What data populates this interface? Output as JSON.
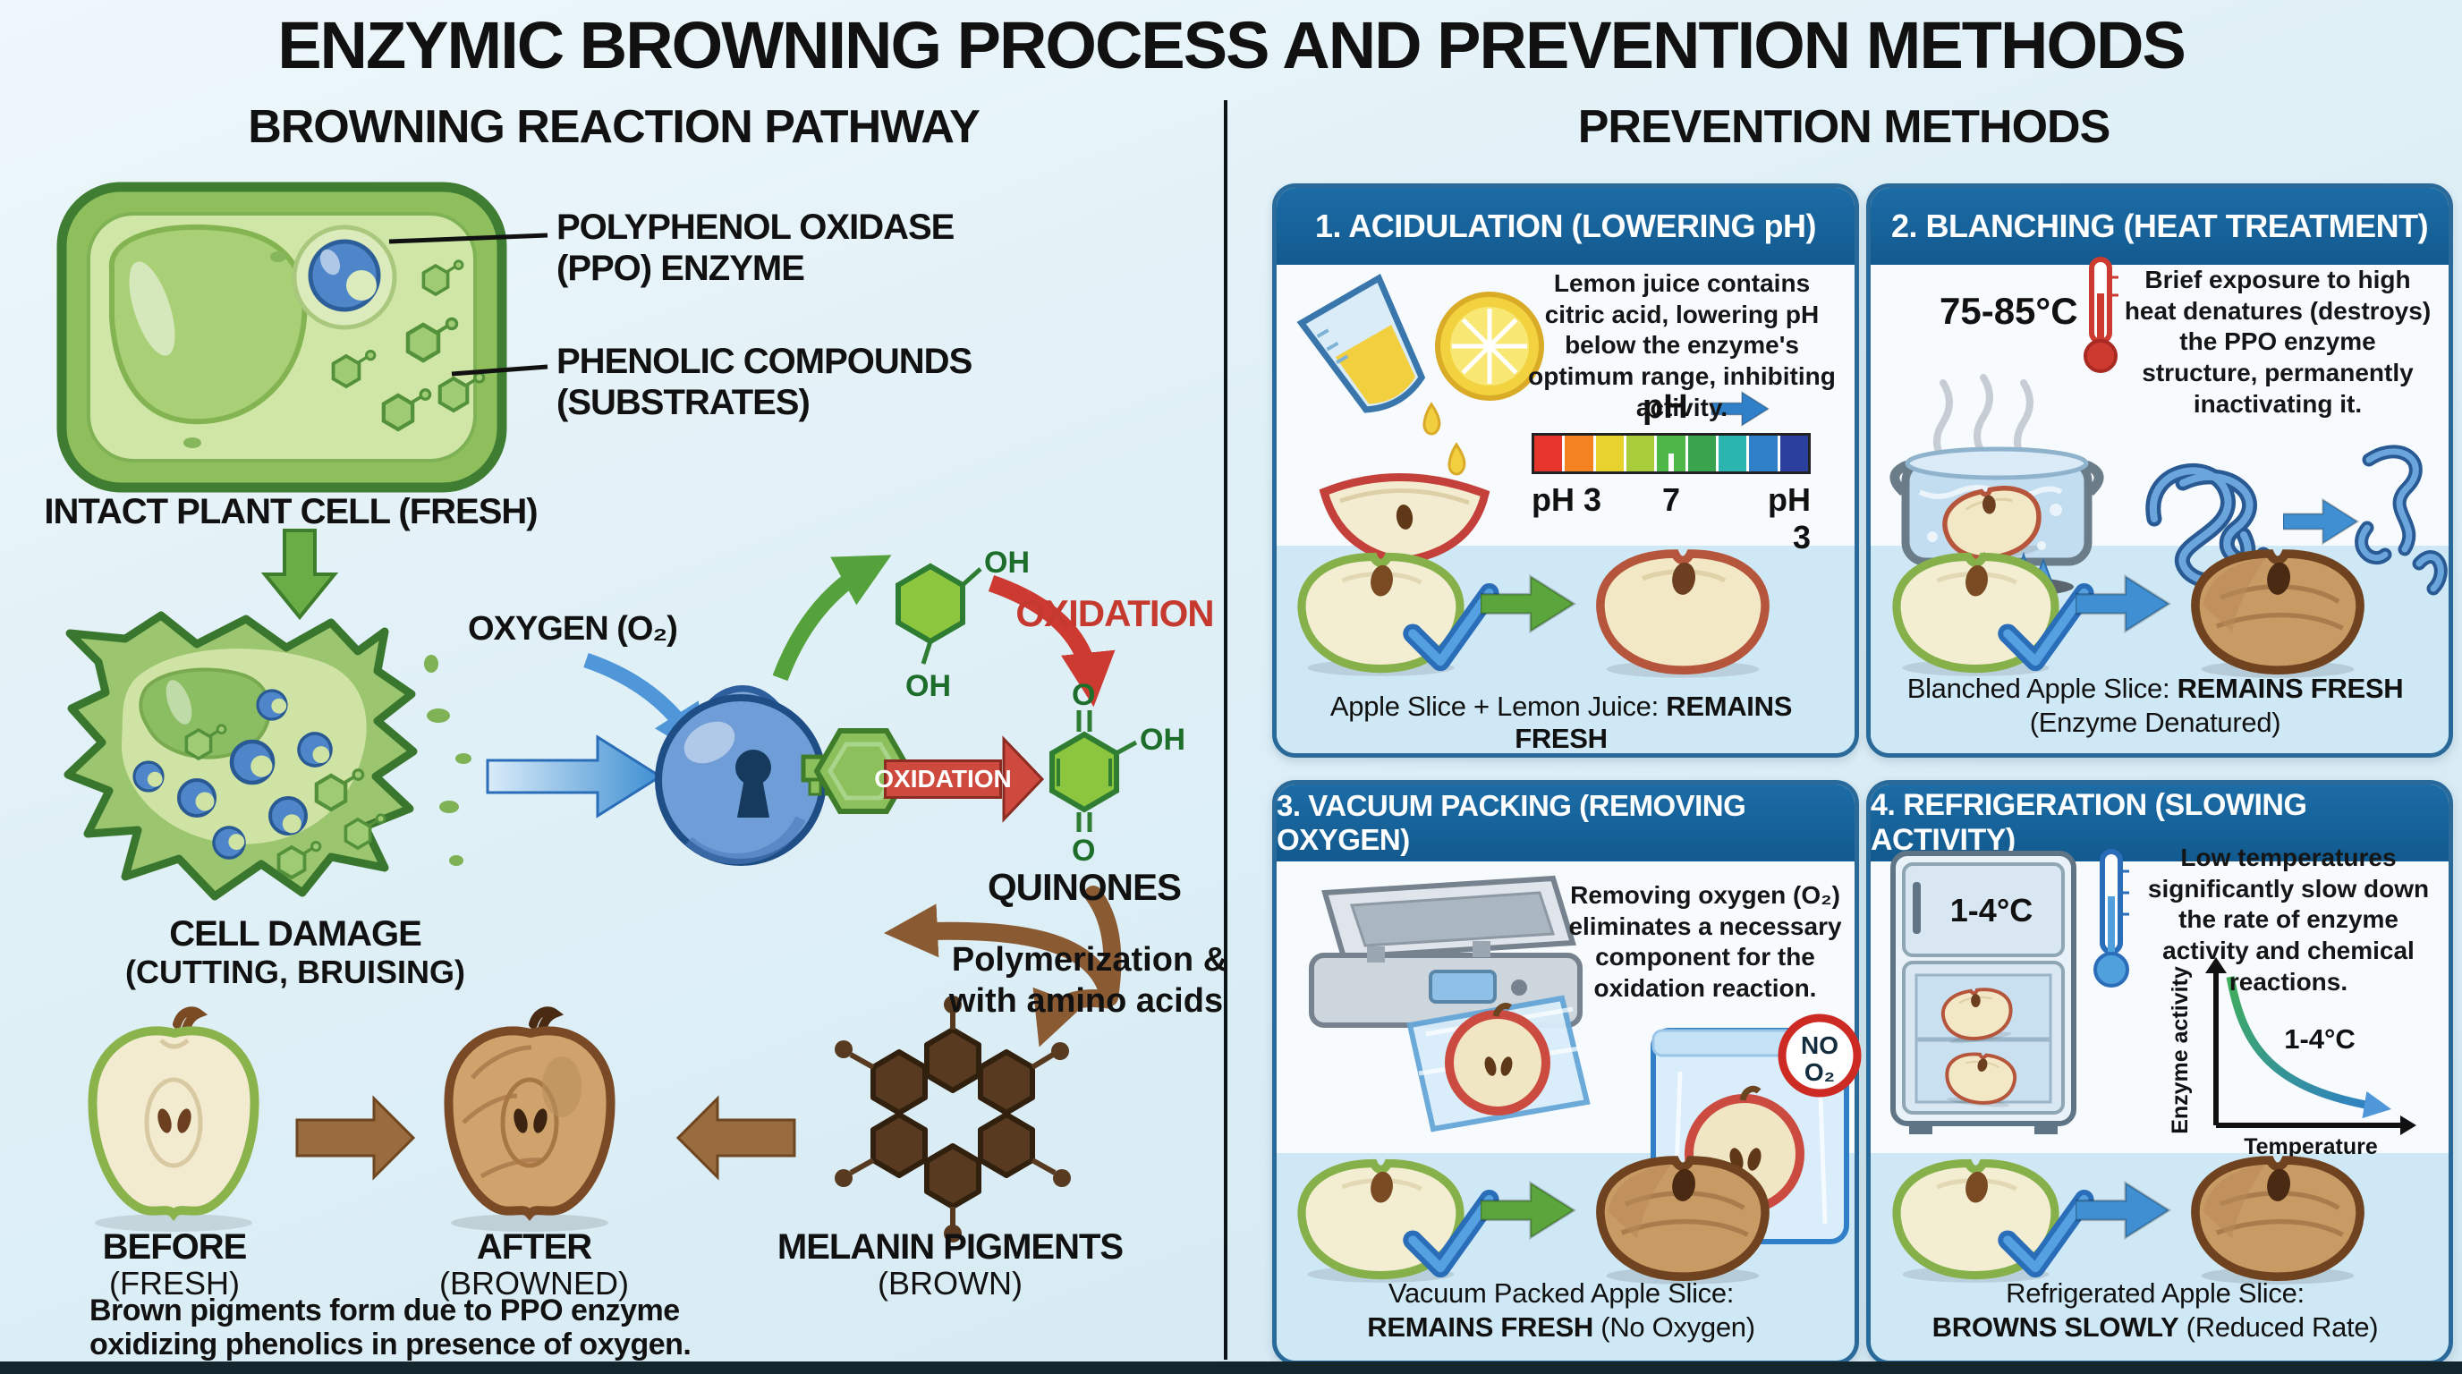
{
  "title": "ENZYMIC BROWNING PROCESS AND PREVENTION METHODS",
  "left": {
    "header": "BROWNING REACTION PATHWAY",
    "ppo_l1": "POLYPHENOL OXIDASE",
    "ppo_l2": "(PPO) ENZYME",
    "phenolic_l1": "PHENOLIC COMPOUNDS",
    "phenolic_l2": "(SUBSTRATES)",
    "intact_label": "INTACT PLANT CELL (FRESH)",
    "oxygen_label": "OXYGEN (O₂)",
    "cell_damage_l1": "CELL DAMAGE",
    "cell_damage_l2": "(CUTTING, BRUISING)",
    "oxidation_top": "OXIDATION",
    "oxidation_banner": "OXIDATION",
    "phenol_oh_top": "OH",
    "phenol_oh_bottom": "OH",
    "quinone_o_top": "O",
    "quinone_oh": "OH",
    "quinone_o_bottom": "O",
    "quinones_label": "QUINONES",
    "poly_l1": "Polymerization &",
    "poly_l2": "with amino acids",
    "before_l1": "BEFORE",
    "before_l2": "(FRESH)",
    "after_l1": "AFTER",
    "after_l2": "(BROWNED)",
    "melanin_l1": "MELANIN PIGMENTS",
    "melanin_l2": "(BROWN)",
    "caption_l1": "Brown pigments form due to PPO enzyme",
    "caption_l2": "oxidizing phenolics in presence of oxygen."
  },
  "right": {
    "header": "PREVENTION METHODS",
    "panel1": {
      "title": "1. ACIDULATION (LOWERING pH)",
      "desc": "Lemon juice contains citric acid, lowering pH below the enzyme's optimum range, inhibiting activity.",
      "ph_label": "pH",
      "ph_left": "pH 3",
      "ph_mid": "7",
      "ph_right": "pH 3",
      "ph_colors": [
        "#e8352b",
        "#f58220",
        "#e8d22e",
        "#a8cc3a",
        "#4db848",
        "#3aa34d",
        "#2ab5b0",
        "#2f7fc9",
        "#2b3f9e"
      ],
      "result_normal": "Apple Slice + Lemon Juice: ",
      "result_bold": "REMAINS FRESH"
    },
    "panel2": {
      "title": "2. BLANCHING (HEAT TREATMENT)",
      "temp": "75-85°C",
      "desc": "Brief exposure to high heat denatures (destroys) the PPO enzyme structure, permanently inactivating it.",
      "result_normal": "Blanched Apple Slice: ",
      "result_bold": "REMAINS FRESH",
      "result_l2": "(Enzyme Denatured)"
    },
    "panel3": {
      "title": "3. VACUUM PACKING (REMOVING OXYGEN)",
      "desc": "Removing oxygen (O₂) eliminates a necessary component for the oxidation reaction.",
      "no_l1": "NO",
      "no_l2": "O₂",
      "result_l1": "Vacuum Packed Apple Slice:",
      "result_bold": "REMAINS FRESH",
      "result_normal2": " (No Oxygen)"
    },
    "panel4": {
      "title": "4. REFRIGERATION (SLOWING ACTIVITY)",
      "temp": "1-4°C",
      "desc": "Low temperatures significantly slow down the rate of enzyme activity and chemical reactions.",
      "graph": {
        "ylabel": "Enzyme activity",
        "xlabel": "Temperature",
        "annotation": "1-4°C"
      },
      "result_l1": "Refrigerated Apple Slice:",
      "result_bold": "BROWNS SLOWLY",
      "result_normal2": " (Reduced Rate)"
    }
  },
  "colors": {
    "panel_header_blue": "#15639c",
    "arrow_green": "#5aa53c",
    "arrow_blue": "#3f8fd2",
    "arrow_red": "#cd3a31",
    "arrow_brown": "#8a5a33"
  }
}
